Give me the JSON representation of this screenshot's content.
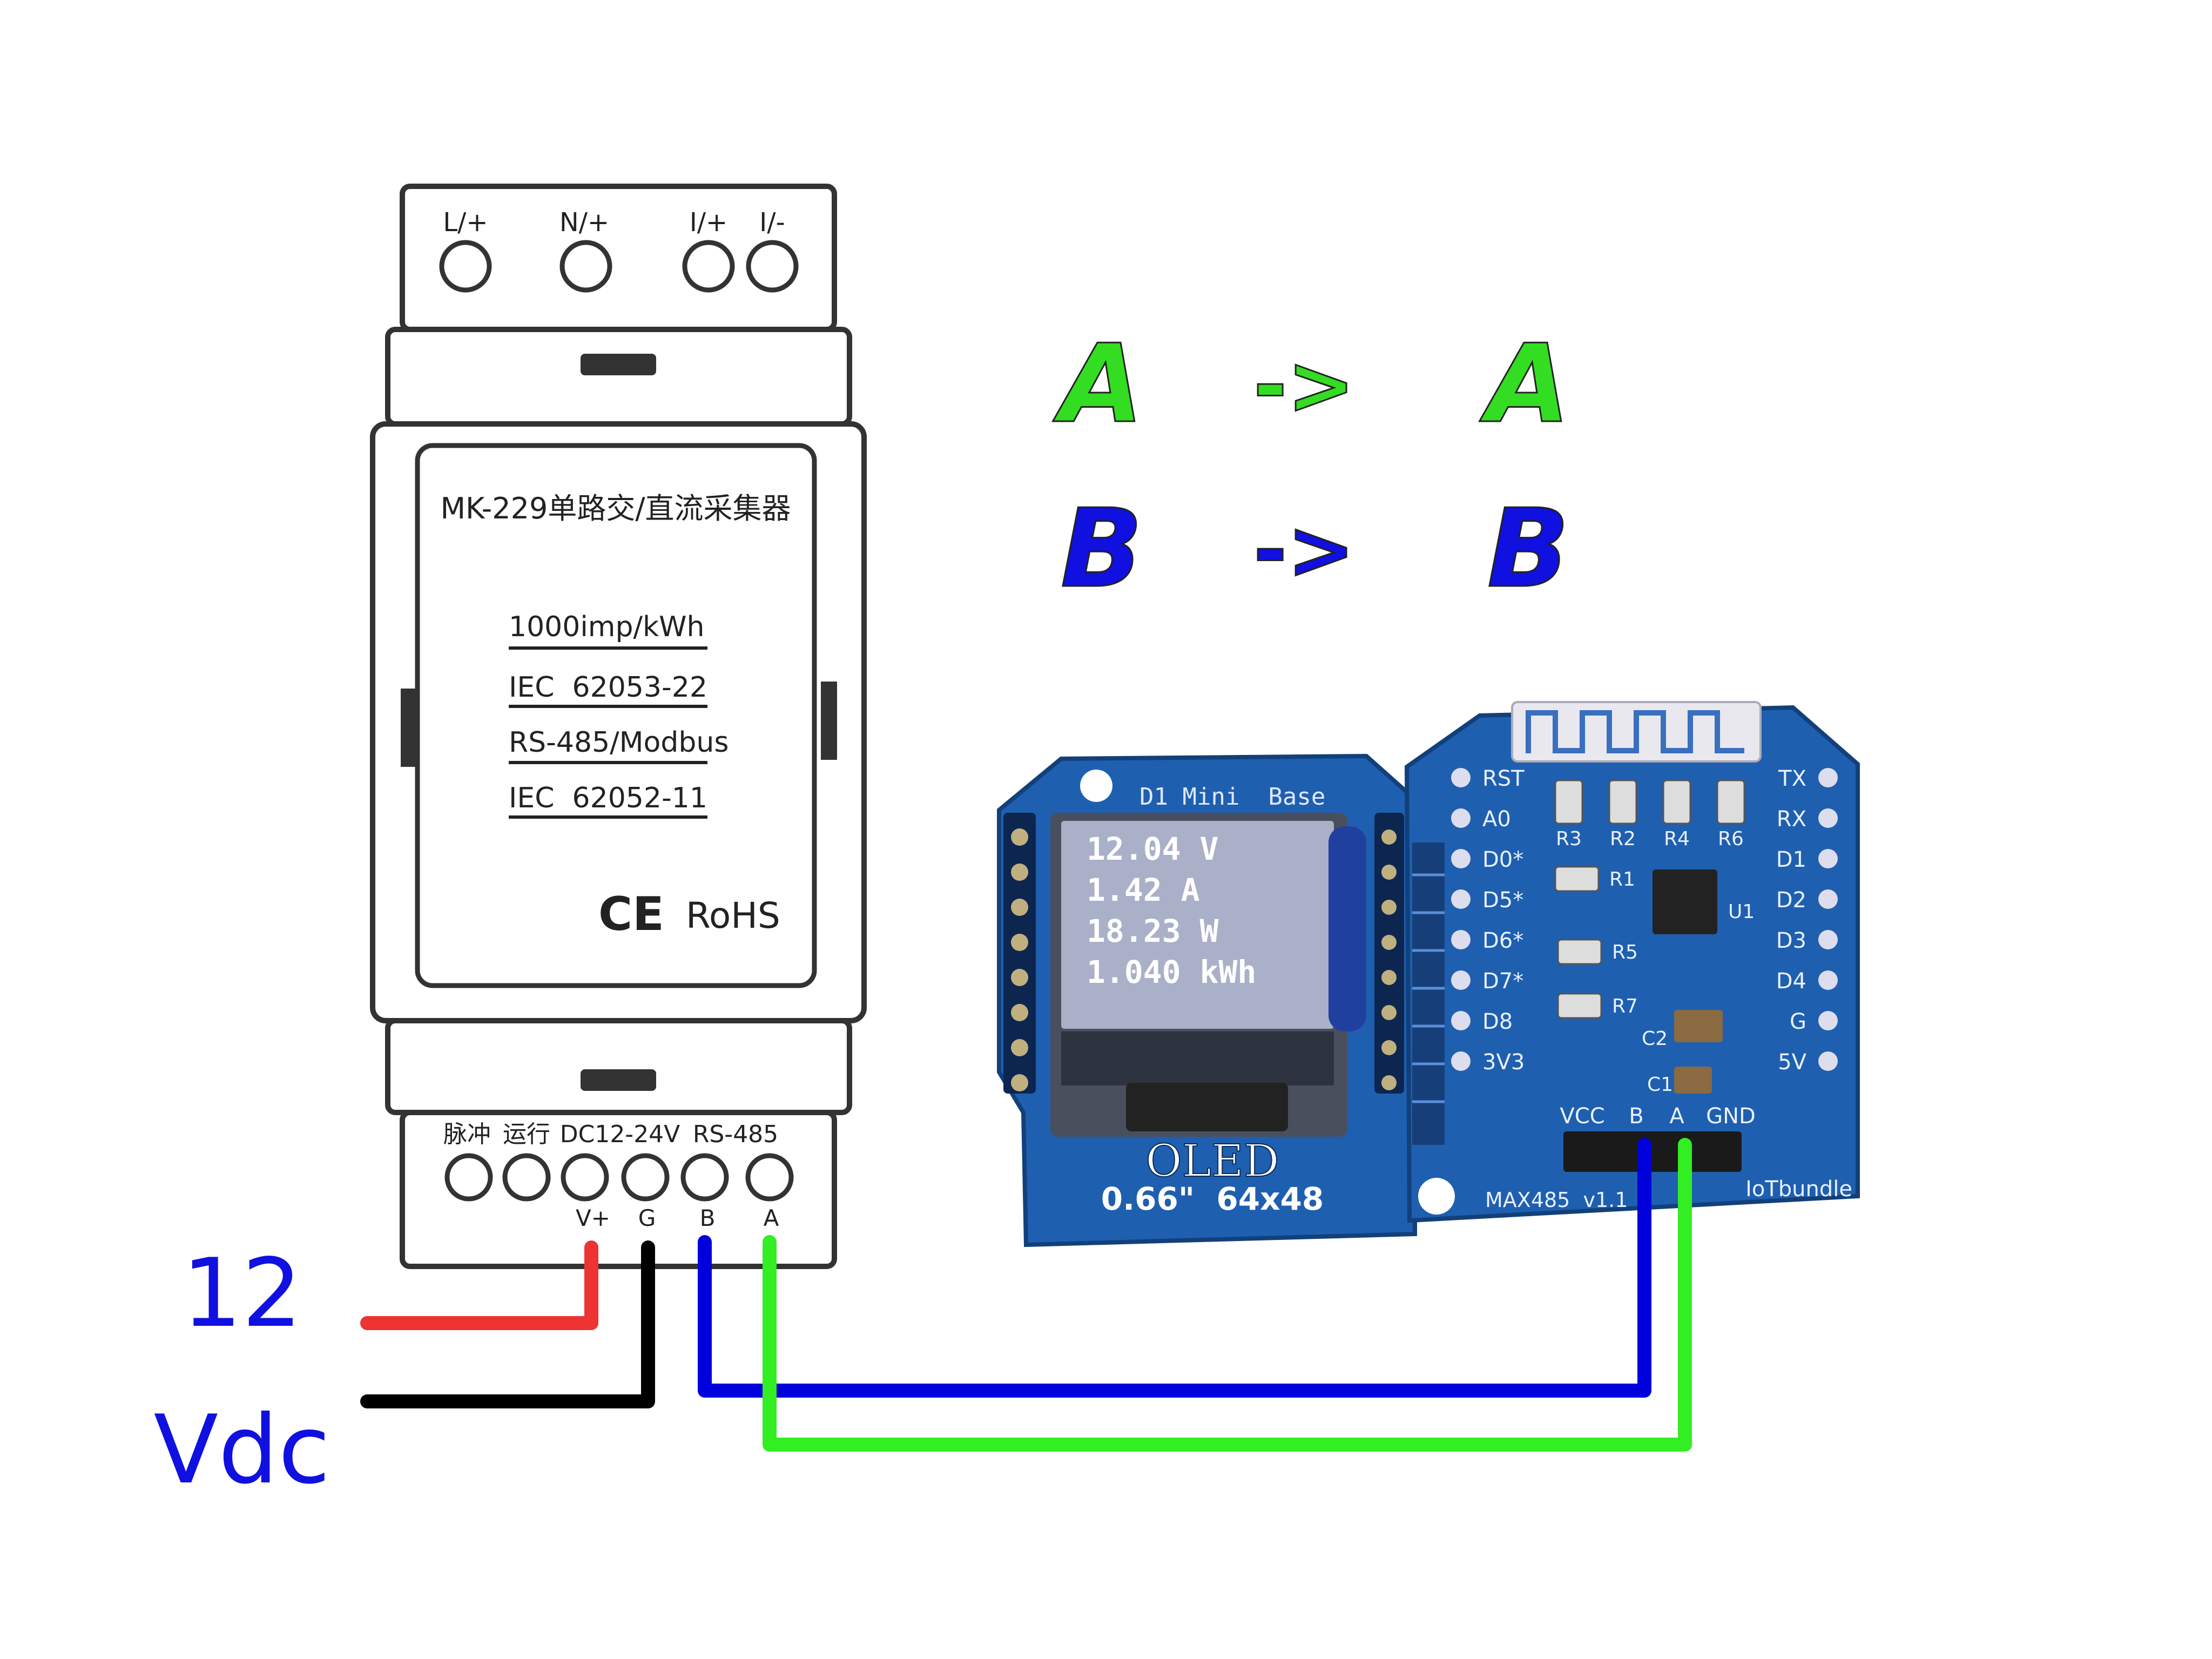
{
  "colors": {
    "red_wire": "#ee3333",
    "black_wire": "#000000",
    "blue_wire": "#0000dd",
    "green_wire": "#33ee22",
    "pcb_blue": "#1f5fb0",
    "pcb_dark": "#134a8f",
    "oled_screen": "#a9b0c8",
    "label_blue": "#1010e0",
    "label_green": "#33dd22"
  },
  "meter": {
    "top_terminals": [
      "L/+",
      "N/+",
      "I/+",
      "I/-"
    ],
    "title": "MK-229单路交/直流采集器",
    "specs": [
      "1000imp/kWh",
      "IEC  62053-22",
      "RS-485/Modbus",
      "IEC  62052-11"
    ],
    "cert": "RoHS",
    "ce_mark": "CE",
    "bottom_labels": [
      "脉冲",
      "运行",
      "DC12-24V",
      "RS-485"
    ],
    "bottom_pins": [
      "V+",
      "G",
      "B",
      "A"
    ]
  },
  "mapping": {
    "row1": {
      "from": "A",
      "arrow": "->",
      "to": "A"
    },
    "row2": {
      "from": "B",
      "arrow": "->",
      "to": "B"
    }
  },
  "power_label": {
    "line1": "12",
    "line2": "Vdc"
  },
  "oled_board": {
    "title": "D1 Mini  Base",
    "screen_lines": [
      "12.04 V",
      "1.42 A",
      "18.23 W",
      "1.040 kWh"
    ],
    "label": "OLED",
    "size": "0.66\"  64x48"
  },
  "max485_board": {
    "left_pins": [
      "RST",
      "A0",
      "D0*",
      "D5*",
      "D6*",
      "D7*",
      "D8",
      "3V3"
    ],
    "right_pins": [
      "TX",
      "RX",
      "D1",
      "D2",
      "D3",
      "D4",
      "G",
      "5V"
    ],
    "resistors_top": [
      "R3",
      "R2",
      "R4",
      "R6"
    ],
    "components": [
      "R1",
      "R5",
      "R7",
      "U1",
      "C2",
      "C1"
    ],
    "header_pins": [
      "VCC",
      "B",
      "A",
      "GND"
    ],
    "name": "MAX485  v1.1",
    "brand": "IoTbundle"
  }
}
